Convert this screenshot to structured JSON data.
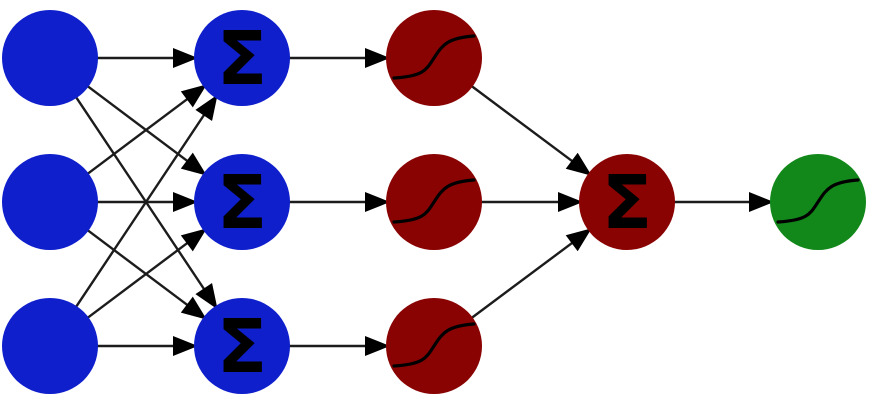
{
  "diagram": {
    "colors": {
      "input": "#0f1fcc",
      "hidden": "#8a0303",
      "output": "#12881a",
      "edge": "#1c1c1c",
      "background": "#ffffff"
    },
    "symbols": {
      "summation": "Σ",
      "activation": "sigmoid-icon"
    },
    "nodes": [
      {
        "id": "in1",
        "layer": "input",
        "kind": "plain"
      },
      {
        "id": "in2",
        "layer": "input",
        "kind": "plain"
      },
      {
        "id": "in3",
        "layer": "input",
        "kind": "plain"
      },
      {
        "id": "sum1",
        "layer": "input",
        "kind": "sum"
      },
      {
        "id": "sum2",
        "layer": "input",
        "kind": "sum"
      },
      {
        "id": "sum3",
        "layer": "input",
        "kind": "sum"
      },
      {
        "id": "act1",
        "layer": "hidden",
        "kind": "activation"
      },
      {
        "id": "act2",
        "layer": "hidden",
        "kind": "activation"
      },
      {
        "id": "act3",
        "layer": "hidden",
        "kind": "activation"
      },
      {
        "id": "sumOut",
        "layer": "hidden",
        "kind": "sum"
      },
      {
        "id": "out",
        "layer": "output",
        "kind": "activation"
      }
    ],
    "edges": [
      [
        "in1",
        "sum1"
      ],
      [
        "in1",
        "sum2"
      ],
      [
        "in1",
        "sum3"
      ],
      [
        "in2",
        "sum1"
      ],
      [
        "in2",
        "sum2"
      ],
      [
        "in2",
        "sum3"
      ],
      [
        "in3",
        "sum1"
      ],
      [
        "in3",
        "sum2"
      ],
      [
        "in3",
        "sum3"
      ],
      [
        "sum1",
        "act1"
      ],
      [
        "sum2",
        "act2"
      ],
      [
        "sum3",
        "act3"
      ],
      [
        "act1",
        "sumOut"
      ],
      [
        "act2",
        "sumOut"
      ],
      [
        "act3",
        "sumOut"
      ],
      [
        "sumOut",
        "out"
      ]
    ]
  }
}
